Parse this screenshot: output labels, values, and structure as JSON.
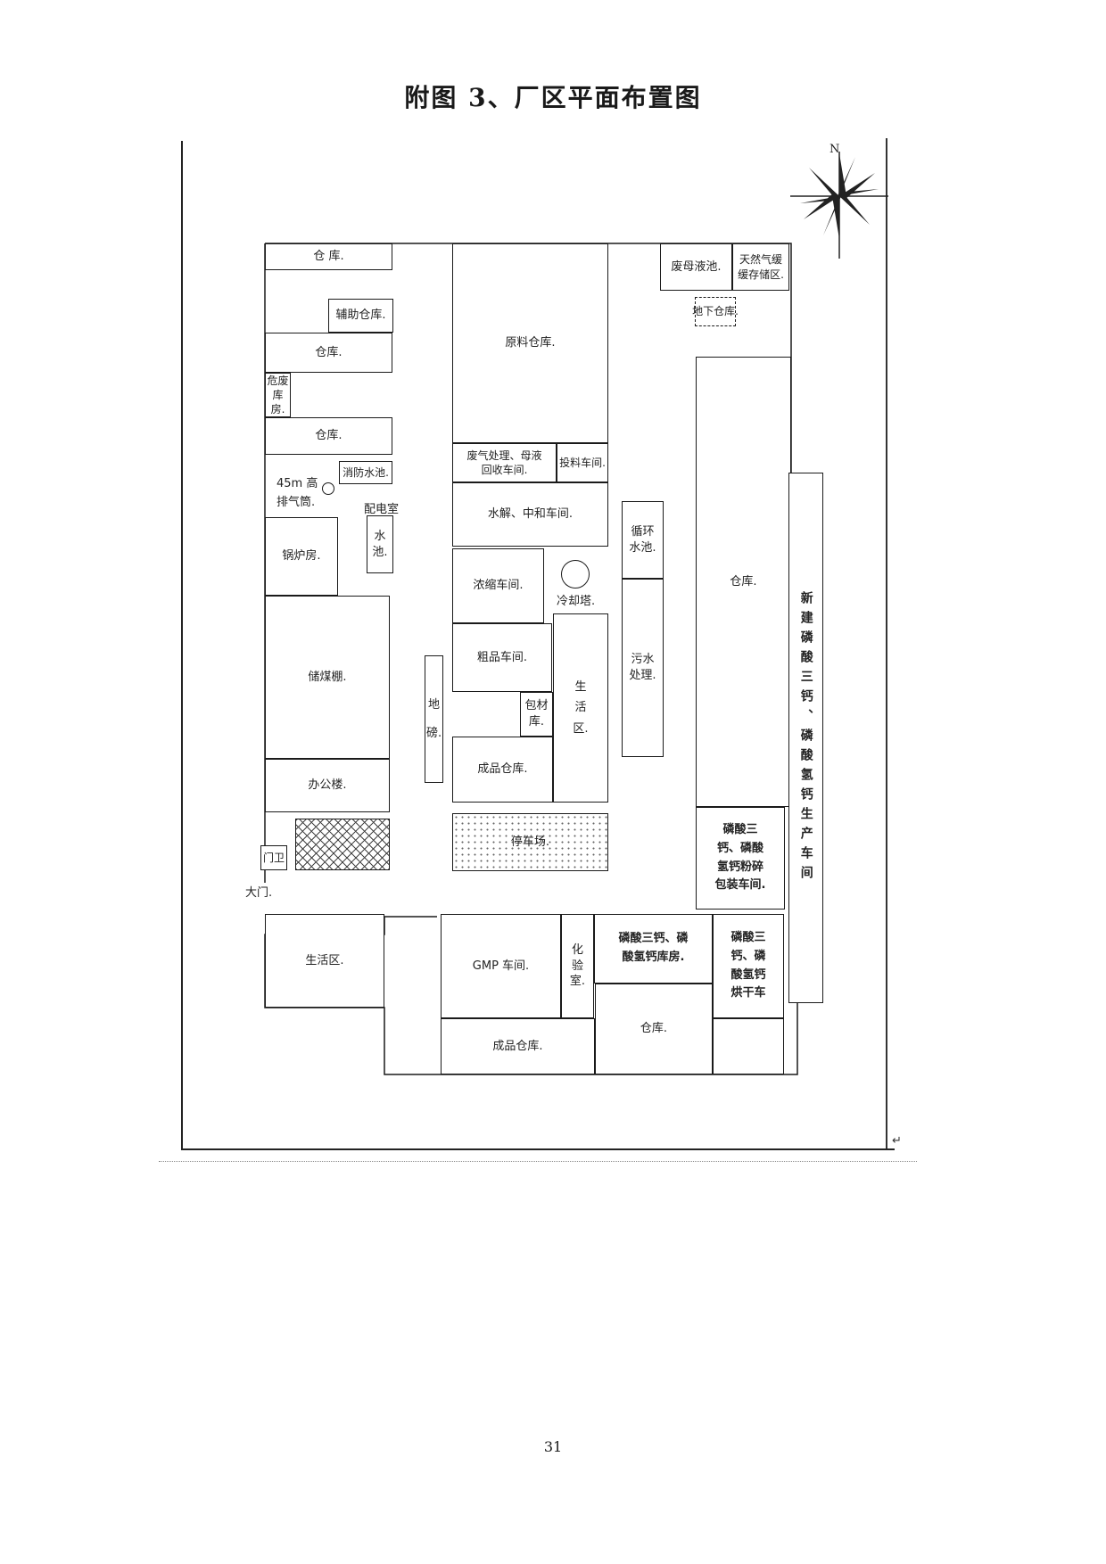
{
  "title": "附图 3、厂区平面布置图",
  "north_label": "N",
  "page_number": "31",
  "buildings": {
    "warehouse_top_left": "仓 库.",
    "aux_warehouse": "辅助仓库.",
    "warehouse_2": "仓库.",
    "hazardous_waste": "危废\n库房.",
    "warehouse_3": "仓库.",
    "exhaust_stack": "45m 高\n排气筒.",
    "fire_pool": "消防水池.",
    "distribution_room": "配电室",
    "water_pool": "水\n池.",
    "boiler_room": "锅炉房.",
    "coal_shed": "储煤棚.",
    "office_building": "办公楼.",
    "guard_room": "门卫",
    "main_gate": "大门.",
    "raw_material_warehouse": "原料仓库.",
    "waste_gas_treatment": "废气处理、母液\n回收车间.",
    "ingredient_workshop": "投料车间.",
    "hydrolysis_workshop": "水解、中和车间.",
    "circulating_pool": "循环\n水池.",
    "concentration_workshop": "浓缩车间.",
    "cooling_tower": "冷却塔.",
    "crude_product_workshop": "粗品车间.",
    "living_area_center": "生\n活\n区.",
    "sewage_treatment": "污水\n处理.",
    "packaging_warehouse": "包材\n库.",
    "weighbridge": "地\n磅.",
    "finished_warehouse_center": "成品仓库.",
    "parking_lot": "停车场.",
    "mother_liquor_pool": "废母液池.",
    "natural_gas_storage": "天然气缓\n缓存储区.",
    "underground_warehouse": "地下仓库.",
    "warehouse_right": "仓库.",
    "new_production_workshop": "新建磷酸三钙、磷酸氢钙生产车间",
    "crushing_packaging_workshop": "磷酸三\n钙、磷酸\n氢钙粉碎\n包装车间.",
    "living_area_bottom": "生活区.",
    "gmp_workshop": "GMP 车间.",
    "lab": "化\n验\n室.",
    "phosphate_warehouse": "磷酸三钙、磷\n酸氢钙库房.",
    "drying_workshop": "磷酸三\n钙、磷\n酸氢钙\n烘干车",
    "finished_warehouse_bottom": "成品仓库.",
    "warehouse_bottom": "仓库."
  },
  "colors": {
    "line": "#1a1a1a",
    "background": "#ffffff"
  }
}
